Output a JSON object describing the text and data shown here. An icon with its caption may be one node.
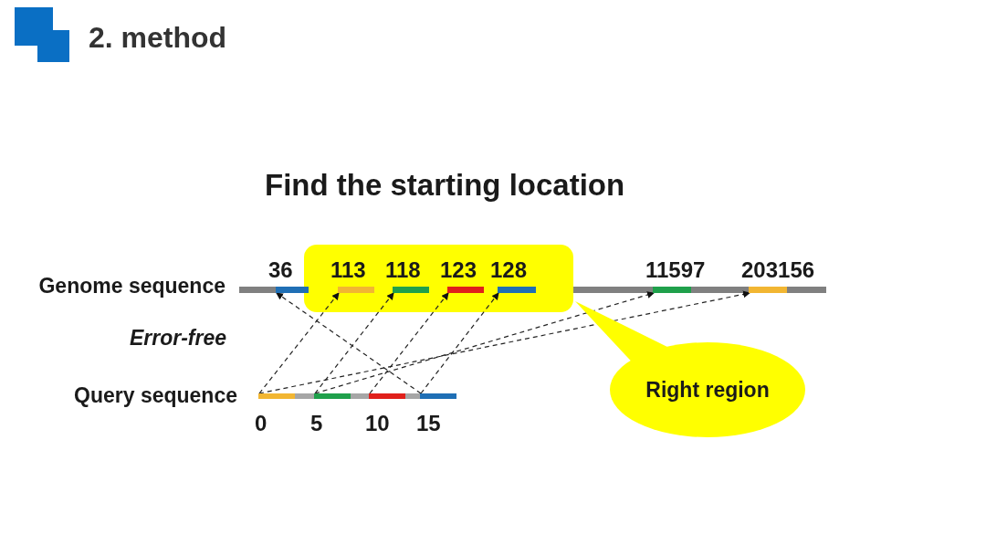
{
  "diagram": {
    "title": "2. method",
    "nodes": [
      {
        "text": [],
        "shape": "box"
      },
      {
        "text": [],
        "shape": "bar",
        "beside": [
          "36"
        ]
      },
      {
        "text": [],
        "shape": "bar",
        "beside": [
          "113"
        ],
        "in": 0
      },
      {
        "text": [],
        "shape": "bar",
        "beside": [
          "118"
        ],
        "in": 0
      },
      {
        "text": [],
        "shape": "bar",
        "beside": [
          "123"
        ],
        "in": 0
      },
      {
        "text": [],
        "shape": "bar",
        "beside": [
          "128"
        ],
        "in": 0
      },
      {
        "text": [],
        "shape": "bar",
        "beside": [
          "11597"
        ]
      },
      {
        "text": [],
        "shape": "bar",
        "beside": [
          "203156"
        ]
      },
      {
        "text": [
          "Right region"
        ]
      },
      {
        "text": [],
        "shape": "bar",
        "beside": [
          "0"
        ]
      },
      {
        "text": [],
        "shape": "bar",
        "beside": [
          "5"
        ]
      },
      {
        "text": [],
        "shape": "bar",
        "beside": [
          "10"
        ]
      },
      {
        "text": [],
        "shape": "bar",
        "beside": [
          "15"
        ]
      }
    ],
    "edges": [
      {
        "from": 9,
        "to": 2,
        "arrow": "to",
        "style": "dashed"
      },
      {
        "from": 9,
        "to": 7,
        "arrow": "to",
        "style": "dashed"
      },
      {
        "from": 10,
        "to": 3,
        "arrow": "to",
        "style": "dashed"
      },
      {
        "from": 10,
        "to": 6,
        "arrow": "to",
        "style": "dashed"
      },
      {
        "from": 11,
        "to": 4,
        "arrow": "to",
        "style": "dashed"
      },
      {
        "from": 12,
        "to": 1,
        "arrow": "to",
        "style": "dashed"
      },
      {
        "from": 12,
        "to": 5,
        "arrow": "to",
        "style": "dashed"
      }
    ],
    "labels": [
      "Find the starting location",
      "Genome sequence",
      "Error-free",
      "Query sequence"
    ]
  }
}
